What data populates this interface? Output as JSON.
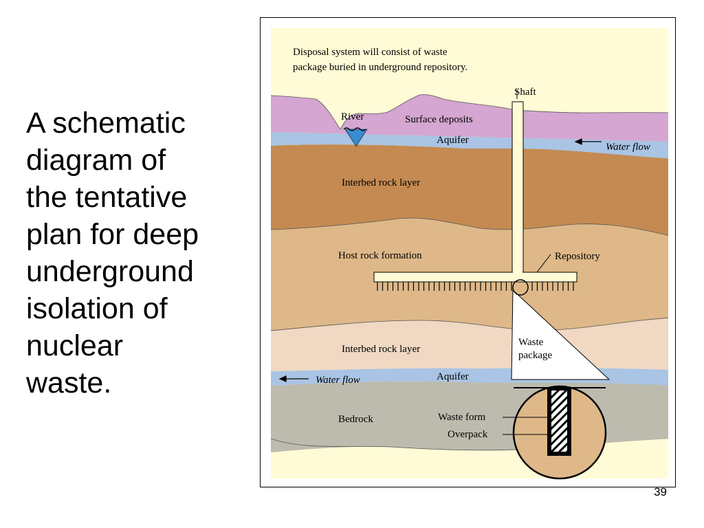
{
  "slide": {
    "caption_lines": [
      "A schematic",
      "diagram of",
      "the tentative",
      "plan for deep",
      "underground",
      "isolation of",
      "nuclear",
      "waste."
    ],
    "page_number": "39"
  },
  "diagram": {
    "caption_lines": [
      "Disposal system will consist of waste",
      "package buried in underground repository."
    ],
    "labels": {
      "shaft": "Shaft",
      "river": "River",
      "surface_deposits": "Surface deposits",
      "aquifer_upper": "Aquifer",
      "water_flow_upper": "Water flow",
      "interbed_upper": "Interbed rock layer",
      "host_rock": "Host rock formation",
      "repository": "Repository",
      "interbed_lower": "Interbed rock layer",
      "waste_package_lines": [
        "Waste",
        "package"
      ],
      "water_flow_lower": "Water flow",
      "aquifer_lower": "Aquifer",
      "bedrock": "Bedrock",
      "waste_form": "Waste form",
      "overpack": "Overpack"
    },
    "colors": {
      "background": "#FFFBD6",
      "surface_deposits": "#D4A6D1",
      "aquifer": "#A9C4E4",
      "river_water": "#3A8CD0",
      "interbed_upper": "#C48A52",
      "host_rock": "#DEB888",
      "interbed_lower": "#F0D8C3",
      "bedrock": "#BDBBAE",
      "package_fill": "#DEB888"
    }
  }
}
